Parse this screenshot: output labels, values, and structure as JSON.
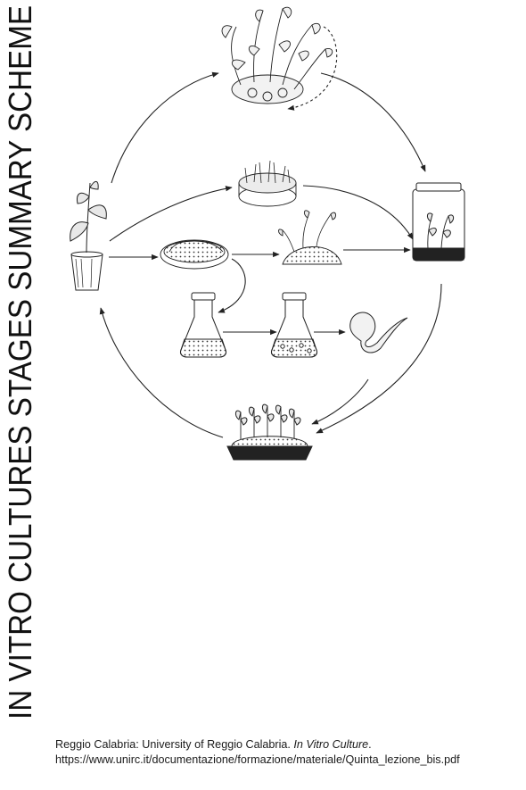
{
  "side_title": "IN VITRO CULTURES STAGES SUMMARY SCHEME",
  "caption": {
    "prefix": "Reggio Calabria: University of Reggio Calabria.",
    "italic": "In Vitro Culture",
    "suffix": ". https://www.unirc.it/documentazione/formazione/materiale/Quinta_lezione_bis.pdf"
  },
  "diagram": {
    "icons": [
      "potted-plant-icon",
      "shoot-cluster-icon",
      "petri-dish-shoots-icon",
      "callus-icon",
      "callus-regeneration-icon",
      "culture-jar-icon",
      "flask-suspension-icon",
      "flask-embryos-icon",
      "somatic-embryo-icon",
      "acclimatization-tray-icon"
    ]
  }
}
